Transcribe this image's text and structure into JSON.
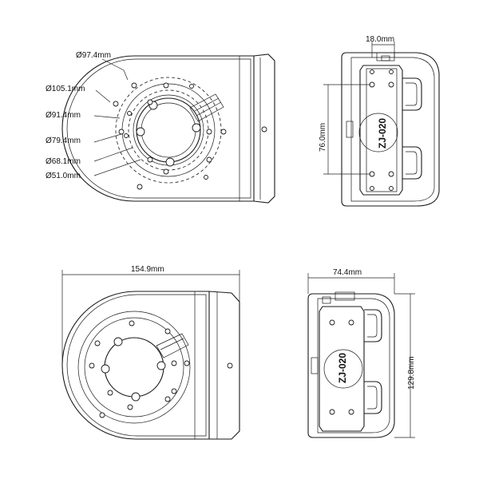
{
  "labels": {
    "d1": "Ø97.4mm",
    "d2": "Ø105.1mm",
    "d3": "Ø91.4mm",
    "d4": "Ø79.4mm",
    "d5": "Ø68.1mm",
    "d6": "Ø51.0mm",
    "top_width": "18.0mm",
    "hole_spacing": "76.0mm",
    "length": "154.9mm",
    "width": "74.4mm",
    "height": "129.8mm"
  },
  "model_mark": "ZJ-020"
}
